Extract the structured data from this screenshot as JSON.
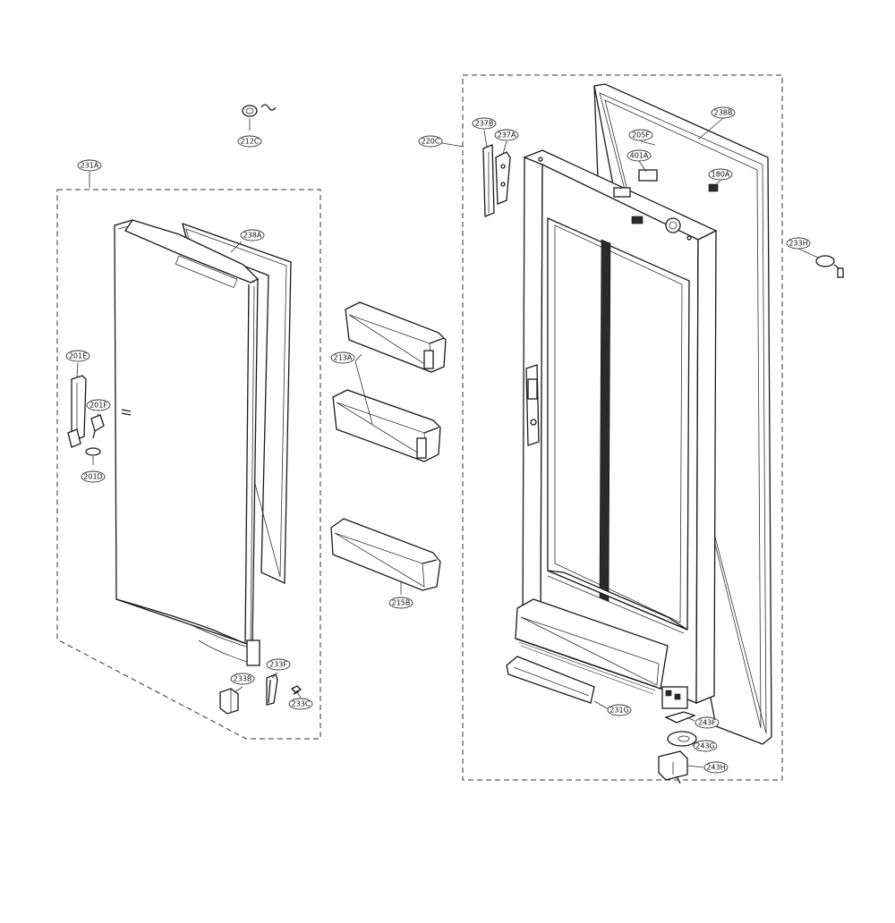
{
  "labels": {
    "l212C": "212C",
    "l231A": "231A",
    "l238A": "238A",
    "l201E": "201E",
    "l201F": "201F",
    "l201D": "201D",
    "l213A": "213A",
    "l215B": "215B",
    "l233B": "233B",
    "l233F": "233F",
    "l233C": "233C",
    "l220C": "220C",
    "l237B": "237B",
    "l237A": "237A",
    "l205F": "205F",
    "l401A": "401A",
    "l238B": "238B",
    "l180A": "180A",
    "l233H": "233H",
    "l231G": "231G",
    "l243F": "243F",
    "l243G": "243G",
    "l243H": "243H"
  }
}
